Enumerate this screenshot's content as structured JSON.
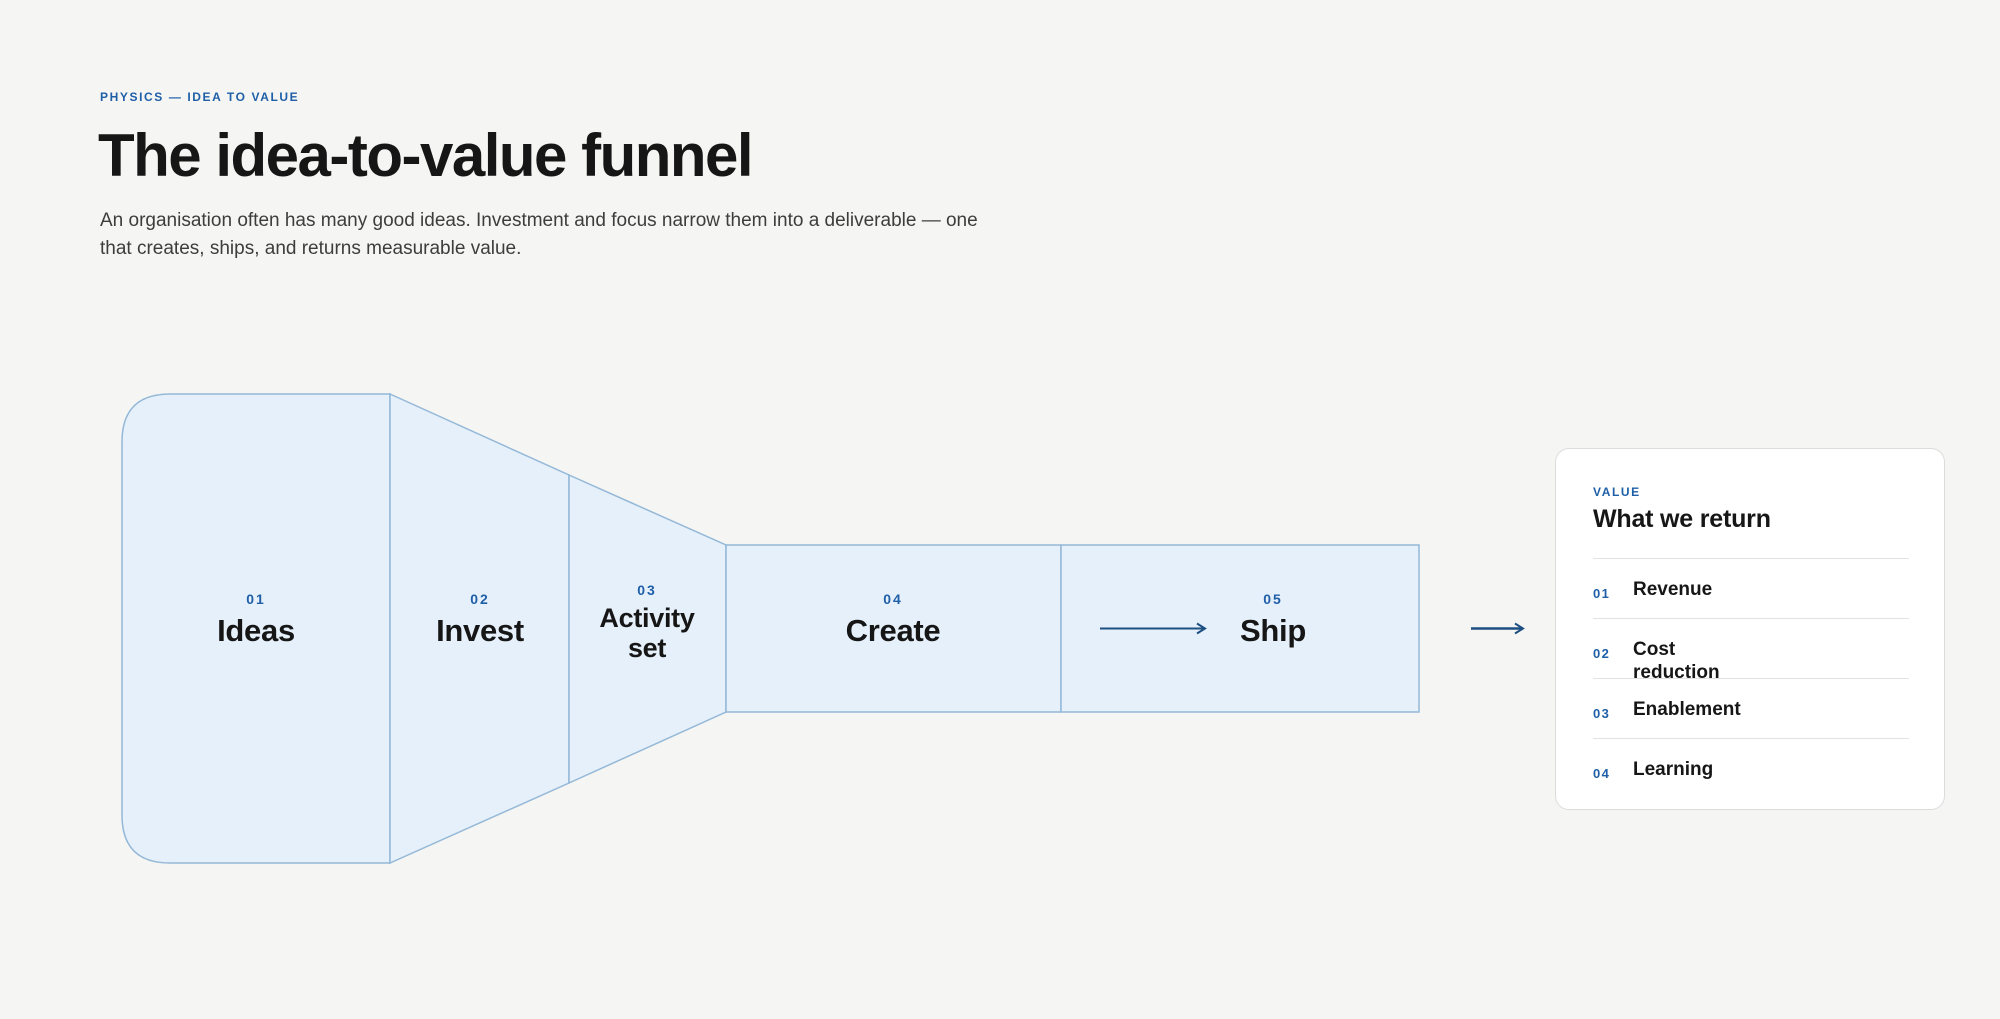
{
  "header": {
    "eyebrow": "PHYSICS — IDEA TO VALUE",
    "title": "The idea-to-value funnel",
    "subtitle": "An organisation often has many good ideas. Investment and focus narrow them into a deliverable — one that creates, ships, and returns measurable value."
  },
  "funnel": {
    "stages": [
      {
        "num": "01",
        "name": "Ideas"
      },
      {
        "num": "02",
        "name": "Invest"
      },
      {
        "num": "03",
        "name": "Activity set"
      },
      {
        "num": "04",
        "name": "Create"
      },
      {
        "num": "05",
        "name": "Ship"
      }
    ],
    "colors": {
      "fill": "#e6f0fa",
      "stroke": "#94b8d8",
      "arrow": "#1d4f82"
    },
    "icons": {
      "inner_arrow": "arrow-right-icon",
      "outer_arrow": "arrow-right-icon"
    }
  },
  "value": {
    "eyebrow": "VALUE",
    "title": "What we return",
    "items": [
      {
        "num": "01",
        "label": "Revenue"
      },
      {
        "num": "02",
        "label": "Cost reduction"
      },
      {
        "num": "03",
        "label": "Enablement"
      },
      {
        "num": "04",
        "label": "Learning"
      }
    ]
  }
}
